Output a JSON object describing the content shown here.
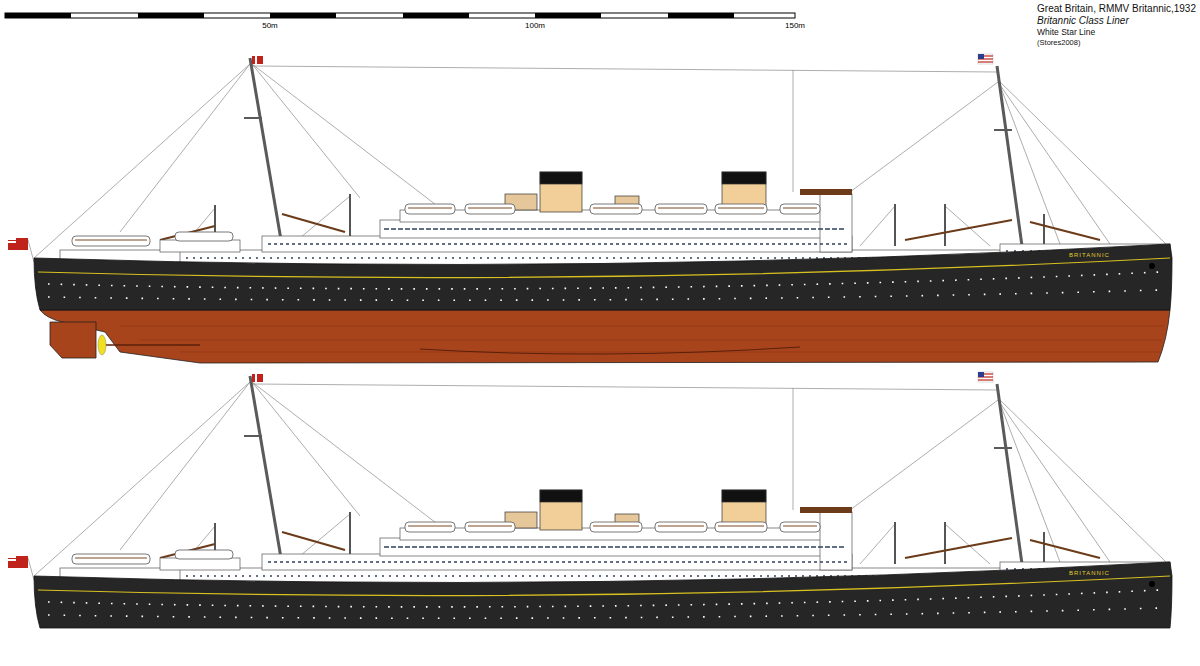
{
  "diagram": {
    "title": "Great Britain, RMMV Britannic,1932",
    "labels": [
      "50m",
      "100m",
      "150m",
      "Britannic Class Liner",
      "White Star Line",
      "(Stores2008)",
      "BRITANNIC",
      "BRITANNIC"
    ]
  }
}
